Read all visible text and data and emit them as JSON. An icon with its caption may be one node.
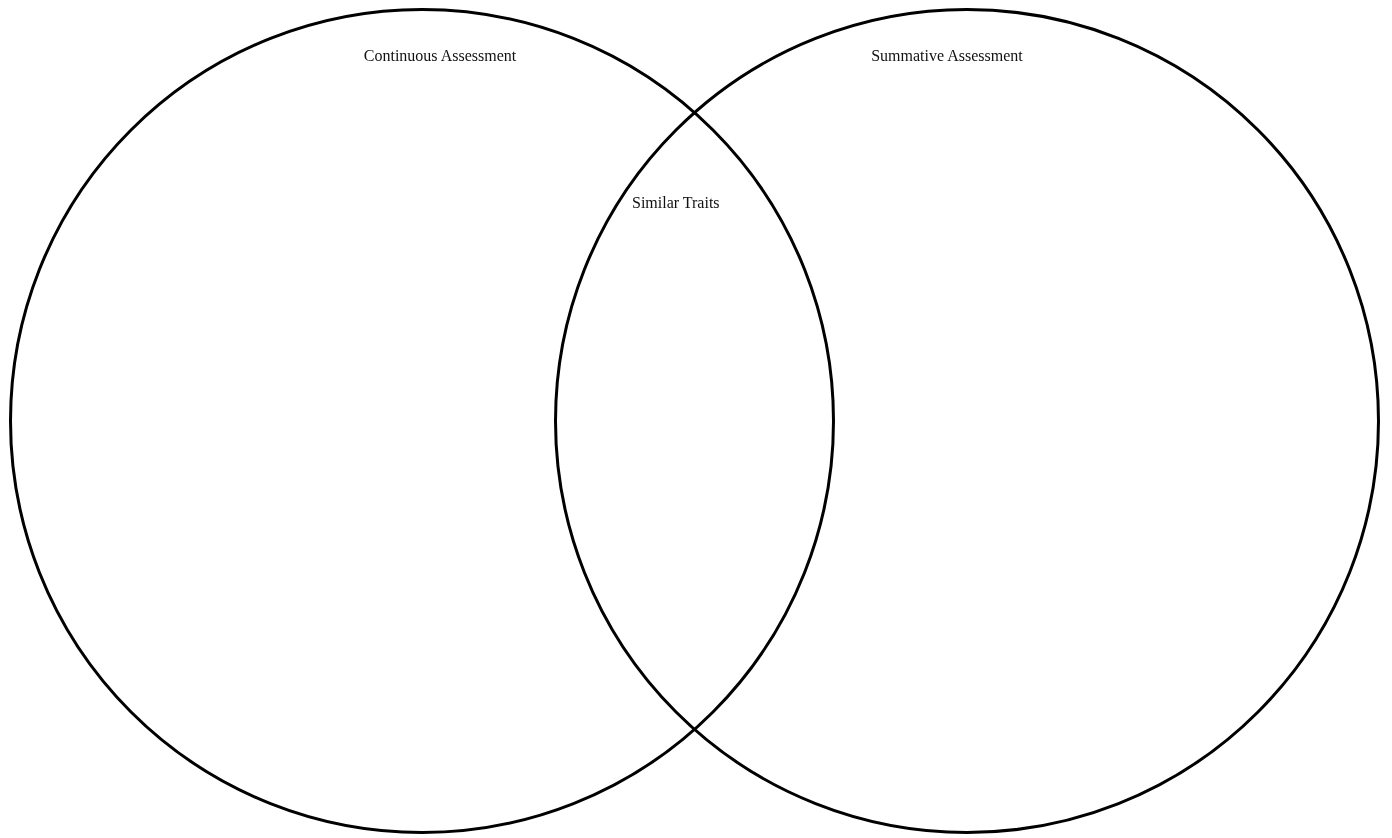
{
  "diagram": {
    "nodes": [
      {
        "text": [
          "Continuous Assessment"
        ]
      },
      {
        "text": [
          "Summative Assessment"
        ]
      }
    ],
    "labels": [
      "Similar Traits"
    ]
  }
}
